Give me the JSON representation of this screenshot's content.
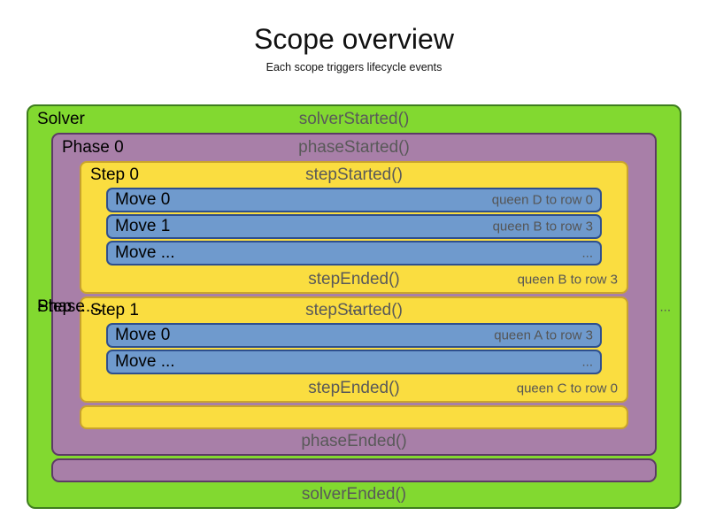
{
  "title": "Scope overview",
  "subtitle": "Each scope triggers lifecycle events",
  "solver": {
    "label": "Solver",
    "started": "solverStarted()",
    "ended": "solverEnded()",
    "phases": [
      {
        "label": "Phase 0",
        "started": "phaseStarted()",
        "ended": "phaseEnded()",
        "steps": [
          {
            "label": "Step 0",
            "started": "stepStarted()",
            "ended": "stepEnded()",
            "ended_note": "queen B to row 3",
            "moves": [
              {
                "label": "Move 0",
                "note": "queen D to row 0"
              },
              {
                "label": "Move 1",
                "note": "queen B to row 3"
              },
              {
                "label": "Move ...",
                "note": "..."
              }
            ]
          },
          {
            "label": "Step 1",
            "started": "stepStarted()",
            "ended": "stepEnded()",
            "ended_note": "queen C to row 0",
            "moves": [
              {
                "label": "Move 0",
                "note": "queen A to row 3"
              },
              {
                "label": "Move ...",
                "note": "..."
              }
            ]
          }
        ],
        "more_steps": {
          "label": "Step ...",
          "center": "...",
          "right": "..."
        }
      }
    ],
    "more_phases": {
      "label": "Phase ...",
      "center": "..."
    }
  },
  "colors": {
    "solver_fill": "#82d930",
    "solver_border": "#3e7d1e",
    "phase_fill": "#a87fa8",
    "phase_border": "#5c3a66",
    "step_fill": "#fadd40",
    "step_border": "#c9a42c",
    "move_fill": "#6f9acd",
    "move_border": "#2e4f8e",
    "event_text": "#595959",
    "note_text": "#555555"
  }
}
